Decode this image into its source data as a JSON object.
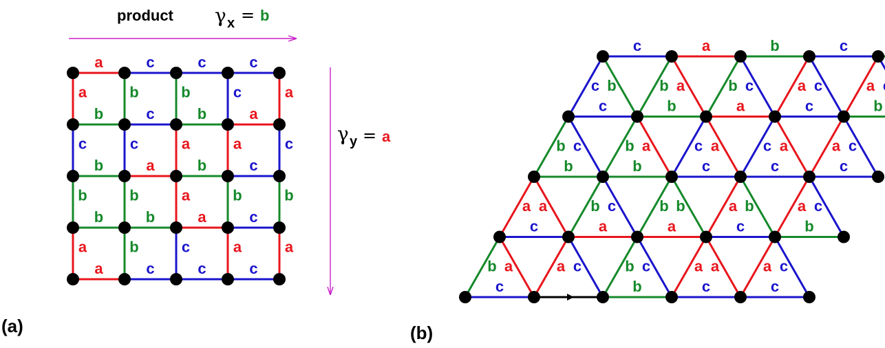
{
  "colors": {
    "a": "#e8151c",
    "b": "#15892a",
    "c": "#1a14cc",
    "arrow": "#c81ec8"
  },
  "panel_a": {
    "caption": "(a)",
    "product_label": "product",
    "gamma_x": {
      "symbol": "γ",
      "sub": "x",
      "eq": "=",
      "value": "b"
    },
    "gamma_y": {
      "symbol": "γ",
      "sub": "y",
      "eq": "=",
      "value": "a"
    },
    "h_edges": [
      [
        "a",
        "c",
        "c",
        "c"
      ],
      [
        "b",
        "c",
        "b",
        "a"
      ],
      [
        "b",
        "a",
        "b",
        "c"
      ],
      [
        "b",
        "b",
        "a",
        "c"
      ],
      [
        "a",
        "c",
        "c",
        "c"
      ]
    ],
    "v_edges": [
      [
        "a",
        "b",
        "b",
        "c",
        "a"
      ],
      [
        "c",
        "c",
        "a",
        "a",
        "c"
      ],
      [
        "b",
        "b",
        "a",
        "b",
        "b"
      ],
      [
        "a",
        "b",
        "c",
        "a",
        "a"
      ]
    ]
  },
  "panel_b": {
    "caption": "(b)",
    "h_edges": [
      [
        "c",
        "a",
        "b",
        "c",
        "c"
      ],
      [
        "c",
        "a",
        "a",
        "c",
        "b"
      ],
      [
        "b",
        "b",
        "c",
        "c",
        "c"
      ],
      [
        "c",
        "b",
        "a",
        "c",
        "b"
      ],
      [
        "c",
        "a",
        "b",
        "c",
        "b"
      ]
    ],
    "right_edges": [
      [
        "b",
        "a",
        "b",
        "a"
      ],
      [
        "a",
        "b",
        "b",
        "a"
      ],
      [
        "b",
        "b",
        "c",
        "c"
      ],
      [
        "c",
        "b",
        "b",
        "a"
      ]
    ],
    "left_edges": [
      [
        "a",
        "c",
        "c",
        "a"
      ],
      [
        "a",
        "c",
        "b",
        "b"
      ],
      [
        "c",
        "a",
        "a",
        "a"
      ],
      [
        "b",
        "a",
        "c",
        "c"
      ]
    ],
    "black_h_arrows": [
      [
        3,
        3,
        2,
        1
      ],
      [
        3,
        4,
        3,
        3
      ],
      [
        2,
        4,
        1,
        1
      ],
      [
        4,
        3,
        2,
        1
      ],
      [
        1,
        0,
        2,
        0
      ]
    ],
    "black_right_arrows": [
      [
        4,
        0,
        2,
        1
      ],
      [
        0,
        2,
        2,
        2
      ],
      [
        0,
        2,
        4,
        1
      ],
      [
        1,
        0,
        3,
        1
      ]
    ],
    "black_left_arrows": [
      [
        1,
        3,
        0,
        0
      ],
      [
        1,
        4,
        1,
        1
      ],
      [
        4,
        4,
        0,
        0
      ]
    ]
  }
}
